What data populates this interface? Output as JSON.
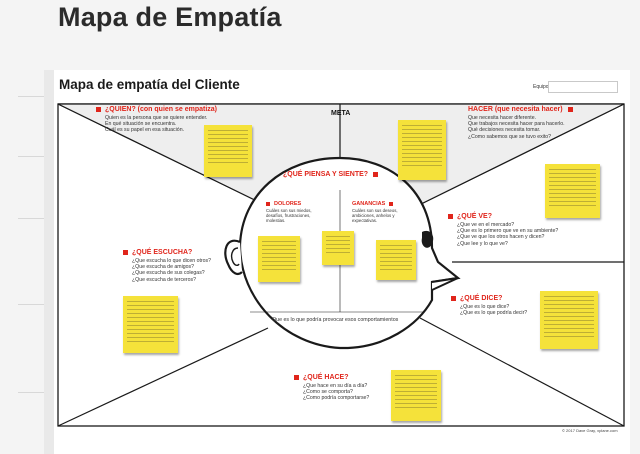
{
  "page_title": "Mapa de Empatía",
  "board": {
    "title": "Mapa de empatía del Cliente",
    "team_label": "Equipo:",
    "team_value": "",
    "meta": "META",
    "copyright": "© 2017 Dave Gray, xplane.com"
  },
  "sections": {
    "quien": {
      "title": "¿QUIEN? (con quien se empatiza)",
      "lines": [
        "Quien es la persona que se quiere entender.",
        "En qué situación se encuentra.",
        "Cuál es su papel en esa situación."
      ]
    },
    "hacer": {
      "title": "HACER (que necesita hacer)",
      "lines": [
        "Que necesita hacer diferente.",
        "Que trabajos necesita hacer para hacerlo.",
        "Qué decisiones necesita tomar.",
        "¿Como sabemos que se tuvo exito?"
      ]
    },
    "piensa": {
      "title": "¿QUÉ PIENSA Y SIENTE?"
    },
    "dolores": {
      "title": "DOLORES",
      "lines": [
        "Cuáles son sus miedos,",
        "desafíos, frustraciones,",
        "molestias."
      ]
    },
    "ganancias": {
      "title": "GANANCIAS",
      "lines": [
        "Cuáles son sus deseos,",
        "ambiciones, anhelos y",
        "expectativas."
      ]
    },
    "ve": {
      "title": "¿QUÉ VE?",
      "lines": [
        "¿Que ve en el mercado?",
        "¿Que es lo primero que ve en su ambiente?",
        "¿Que ve que los otros hacen y dicen?",
        "¿Que lee y lo que ve?"
      ]
    },
    "escucha": {
      "title": "¿QUÉ ESCUCHA?",
      "lines": [
        "¿Que escucha lo que dicen otros?",
        "¿Que escucha de amigos?",
        "¿Que escucha de sus colegas?",
        "¿Que escucha de terceros?"
      ]
    },
    "dice": {
      "title": "¿QUÉ DICE?",
      "lines": [
        "¿Que es lo que dice?",
        "¿Que es lo que podría decir?"
      ]
    },
    "hace": {
      "title": "¿QUÉ HACE?",
      "lines": [
        "¿Que hace en su día a día?",
        "¿Como se comporta?",
        "¿Como podría comportarse?"
      ]
    },
    "bottom_question": "Que es lo que podría provocar esos comportamientos"
  },
  "colors": {
    "accent_red": "#e0251b",
    "sticky_yellow": "#f5e23a",
    "line": "#1a1a1a"
  },
  "icons": [
    "section-marker-icon"
  ]
}
